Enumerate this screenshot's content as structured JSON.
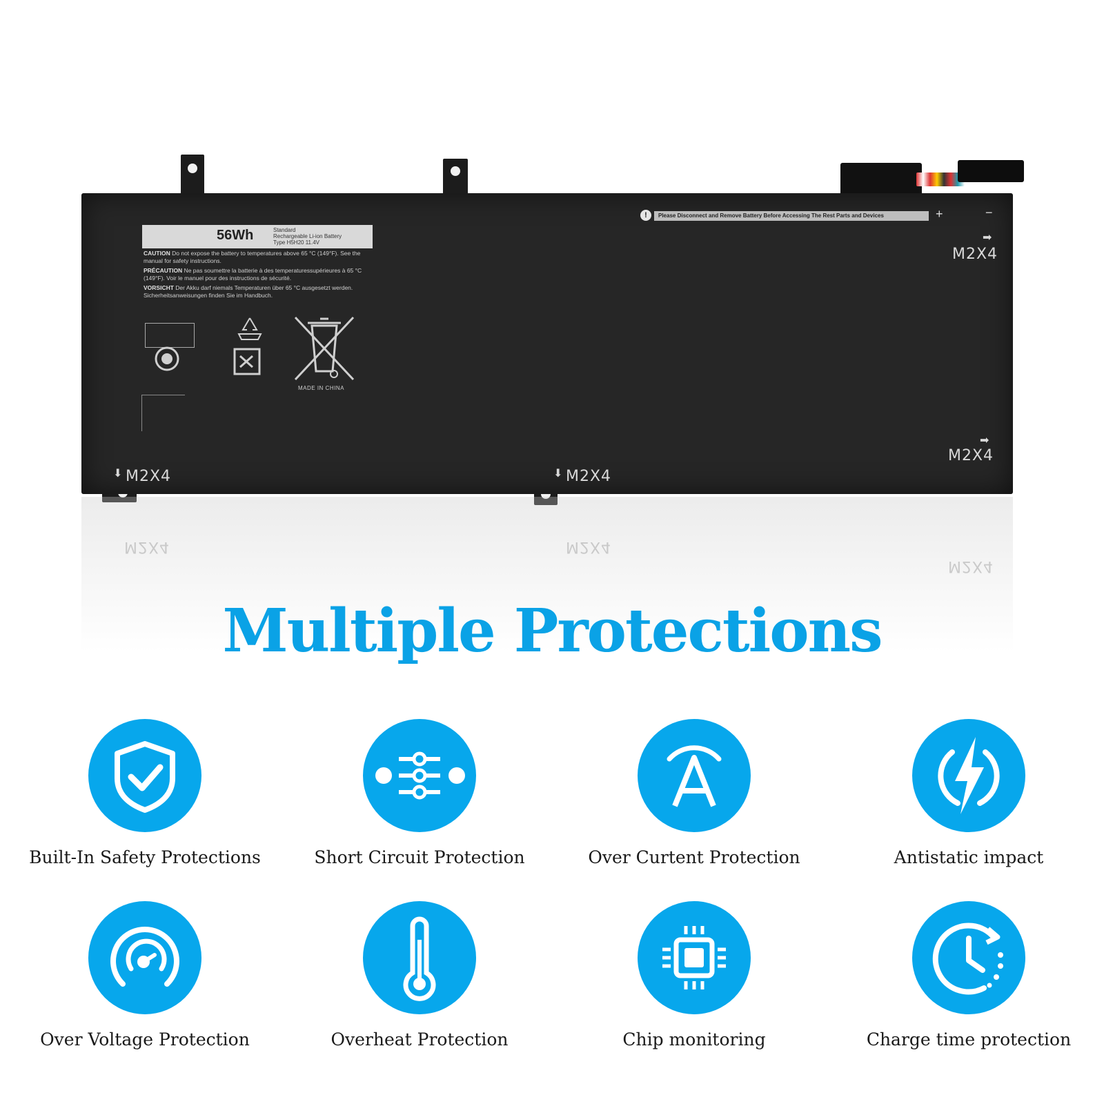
{
  "battery": {
    "capacity": "56Wh",
    "type_lines": [
      "Standard",
      "Rechargeable Li-ion Battery",
      "Type H5H20    11.4V"
    ],
    "caution_title": "CAUTION",
    "caution_text": "Do not expose the battery to temperatures above 65 °C (149°F). See the manual for safety instructions.",
    "precaution_title": "PRÉCAUTION",
    "precaution_text": "Ne pas soumettre la batterie à des temperaturessupérieures à 65 °C (149°F). Voir le manuel pour des instructions de sécurité.",
    "vorsicht_title": "VORSICHT",
    "vorsicht_text": "Der Akku darf niemals Temperaturen über 65 °C ausgesetzt werden. Sicherheitsanweisungen finden Sie im Handbuch.",
    "warning_strip": "Please Disconnect and Remove Battery Before Accessing The Rest Parts and Devices",
    "made_in": "MADE IN CHINA",
    "screw_label": "M2X4",
    "plus_sign": "+",
    "minus_sign": "−"
  },
  "headline": "Multiple Protections",
  "features": [
    {
      "label": "Built-In Safety Protections",
      "icon": "shield-check-icon"
    },
    {
      "label": "Short Circuit Protection",
      "icon": "circuit-icon"
    },
    {
      "label": "Over Curtent Protection",
      "icon": "ampere-icon"
    },
    {
      "label": "Antistatic impact",
      "icon": "lightning-icon"
    },
    {
      "label": "Over Voltage Protection",
      "icon": "gauge-icon"
    },
    {
      "label": "Overheat Protection",
      "icon": "thermometer-icon"
    },
    {
      "label": "Chip monitoring",
      "icon": "chip-icon"
    },
    {
      "label": "Charge time protection",
      "icon": "clock-icon"
    }
  ],
  "colors": {
    "accent": "#07a7ec",
    "battery": "#262626"
  }
}
